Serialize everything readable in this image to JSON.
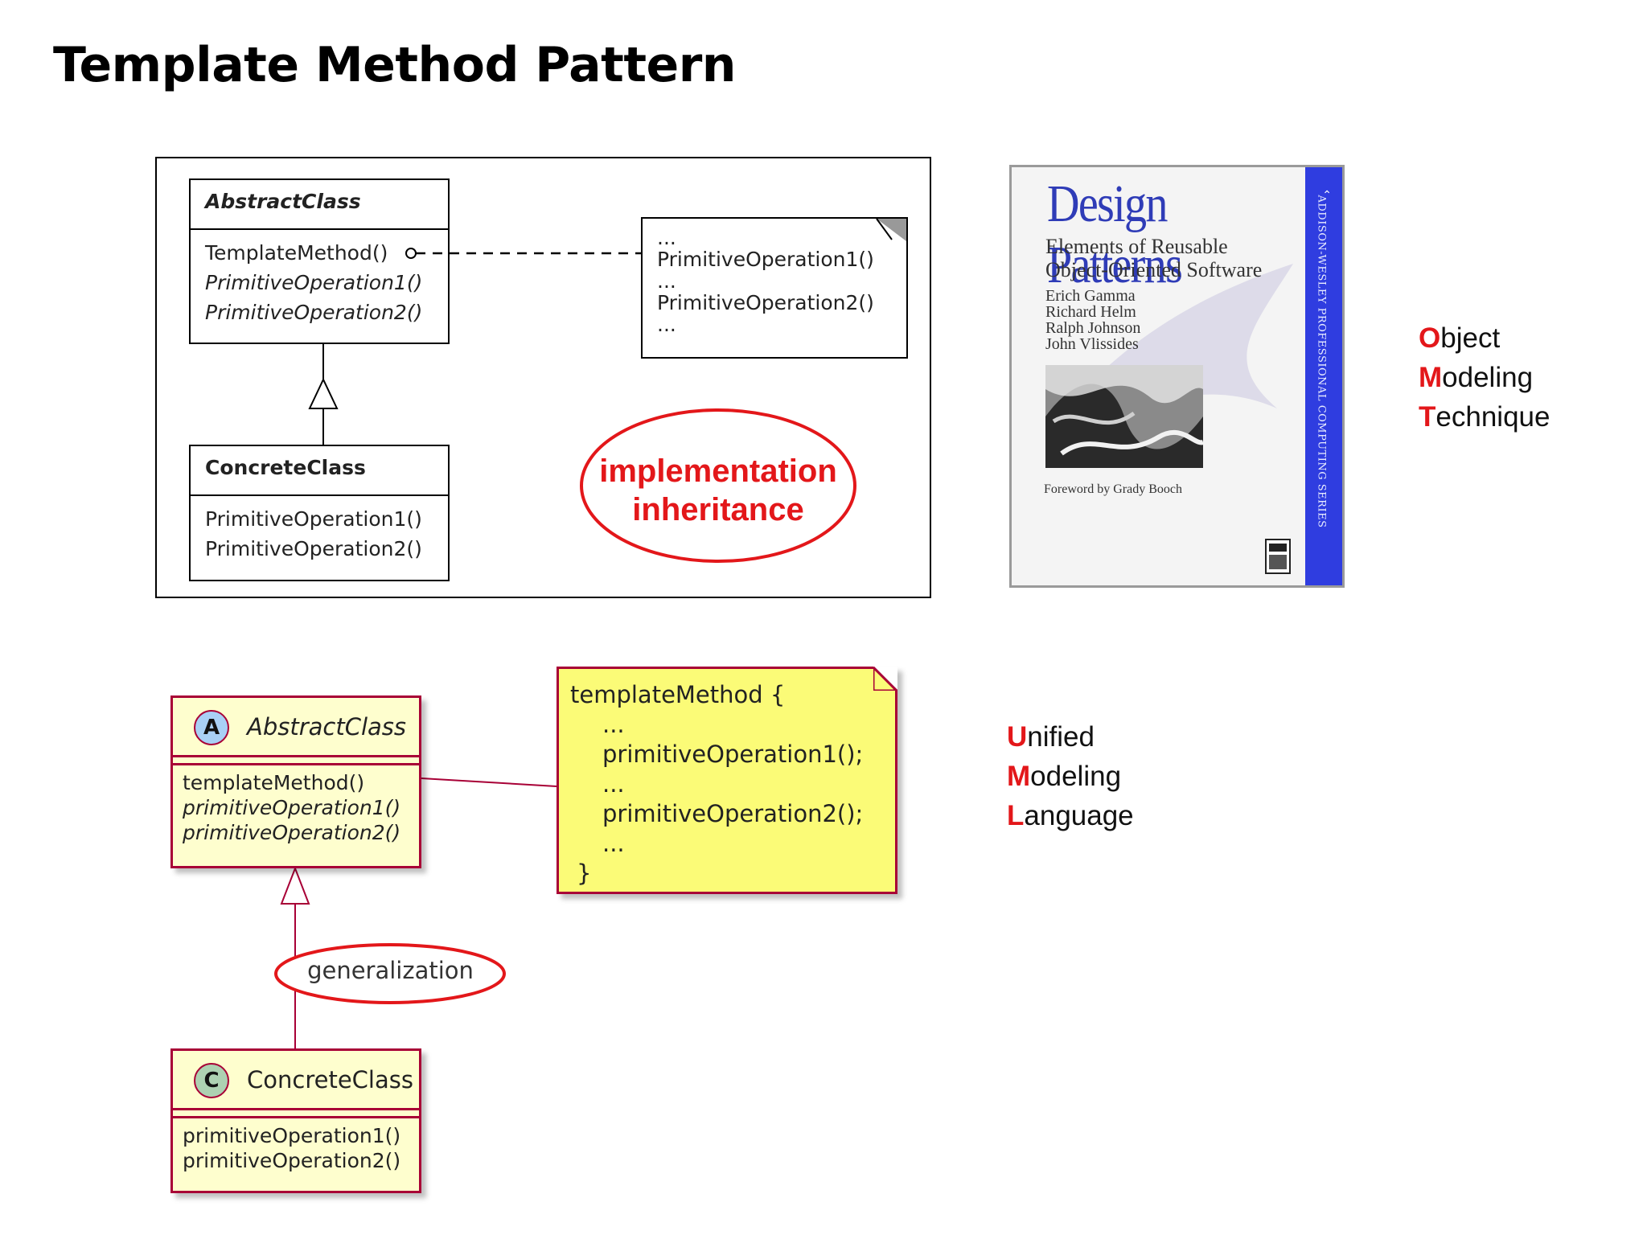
{
  "title": "Template Method Pattern",
  "omt_diagram": {
    "abstract_class": {
      "name": "AbstractClass",
      "operations": [
        "TemplateMethod()",
        "PrimitiveOperation1()",
        "PrimitiveOperation2()"
      ]
    },
    "concrete_class": {
      "name": "ConcreteClass",
      "operations": [
        "PrimitiveOperation1()",
        "PrimitiveOperation2()"
      ]
    },
    "note_lines": [
      "...",
      "PrimitiveOperation1()",
      "...",
      "PrimitiveOperation2()",
      "..."
    ],
    "callout_line1": "implementation",
    "callout_line2": "inheritance",
    "accent_color": "#e3171a"
  },
  "book": {
    "title": "Design Patterns",
    "subtitle_line1": "Elements of Reusable",
    "subtitle_line2": "Object-Oriented Software",
    "authors": [
      "Erich Gamma",
      "Richard Helm",
      "Ralph Johnson",
      "John Vlissides"
    ],
    "foreword": "Foreword by Grady Booch",
    "series": "ADDISON-WESLEY PROFESSIONAL COMPUTING SERIES"
  },
  "omt_acronym": [
    {
      "first": "O",
      "rest": "bject"
    },
    {
      "first": "M",
      "rest": "odeling"
    },
    {
      "first": "T",
      "rest": "echnique"
    }
  ],
  "uml_diagram": {
    "abstract_class": {
      "stereotype": "A",
      "name": "AbstractClass",
      "operations": [
        "templateMethod()",
        "primitiveOperation1()",
        "primitiveOperation2()"
      ]
    },
    "concrete_class": {
      "stereotype": "C",
      "name": "ConcreteClass",
      "operations": [
        "primitiveOperation1()",
        "primitiveOperation2()"
      ]
    },
    "note_lines": [
      "templateMethod {",
      "...",
      "primitiveOperation1();",
      "...",
      "primitiveOperation2();",
      "...",
      "}"
    ],
    "relation_label": "generalization",
    "colors": {
      "class_fill": "#fefece",
      "border": "#a80036",
      "note_fill": "#fbfb77"
    }
  },
  "uml_acronym": [
    {
      "first": "U",
      "rest": "nified"
    },
    {
      "first": "M",
      "rest": "odeling"
    },
    {
      "first": "L",
      "rest": "anguage"
    }
  ]
}
